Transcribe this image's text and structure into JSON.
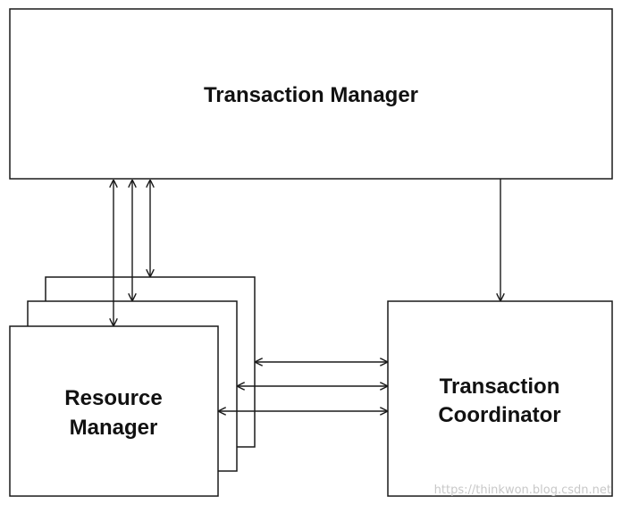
{
  "transaction_manager": {
    "label": "Transaction Manager"
  },
  "resource_manager": {
    "label_line1": "Resource",
    "label_line2": "Manager"
  },
  "transaction_coordinator": {
    "label_line1": "Transaction",
    "label_line2": "Coordinator"
  },
  "watermark": {
    "text": "https://thinkwon.blog.csdn.net"
  },
  "colors": {
    "stroke": "#1a1a1a",
    "background": "#ffffff",
    "watermark": "#c8c8c8"
  }
}
